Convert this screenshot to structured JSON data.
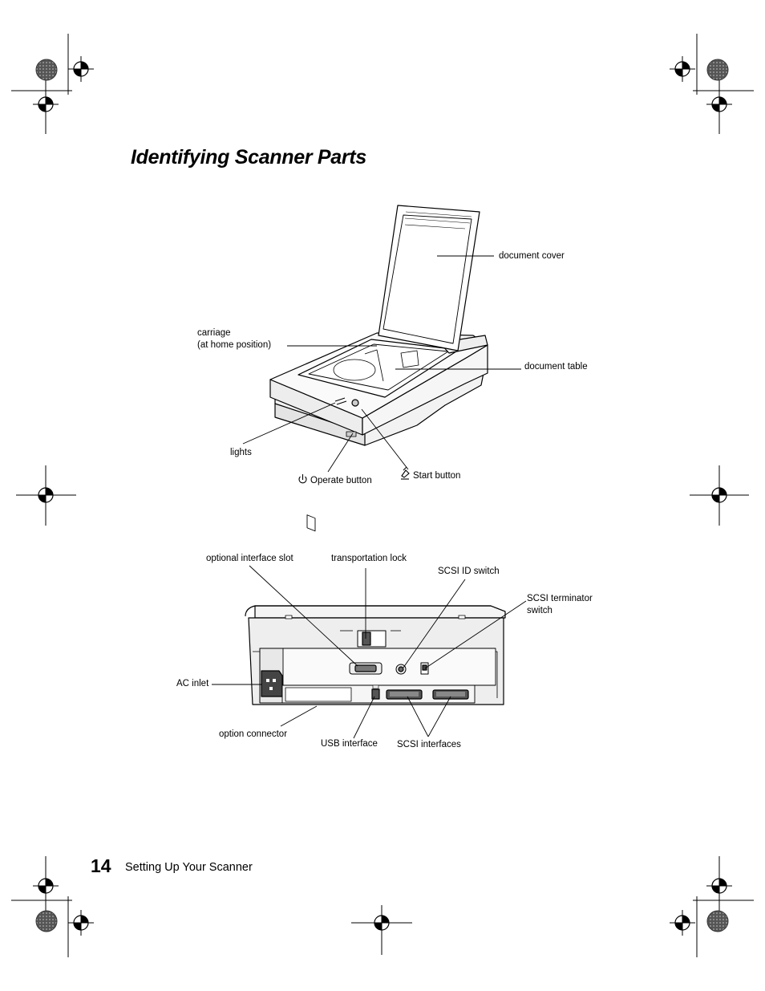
{
  "page": {
    "title": "Identifying Scanner Parts",
    "page_number": "14",
    "footer": "Setting Up Your Scanner"
  },
  "front_view": {
    "labels": {
      "document_cover": "document cover",
      "carriage_line1": "carriage",
      "carriage_line2": "(at home position)",
      "document_table": "document table",
      "lights": "lights",
      "operate_button": "Operate button",
      "start_button": "Start button"
    }
  },
  "back_view": {
    "labels": {
      "optional_interface_slot": "optional interface slot",
      "transportation_lock": "transportation lock",
      "scsi_id_switch": "SCSI ID switch",
      "scsi_terminator_line1": "SCSI terminator",
      "scsi_terminator_line2": "switch",
      "ac_inlet": "AC inlet",
      "option_connector": "option connector",
      "usb_interface": "USB interface",
      "scsi_interfaces": "SCSI interfaces"
    }
  },
  "icons": {
    "operate": "power-icon",
    "start": "start-icon"
  }
}
